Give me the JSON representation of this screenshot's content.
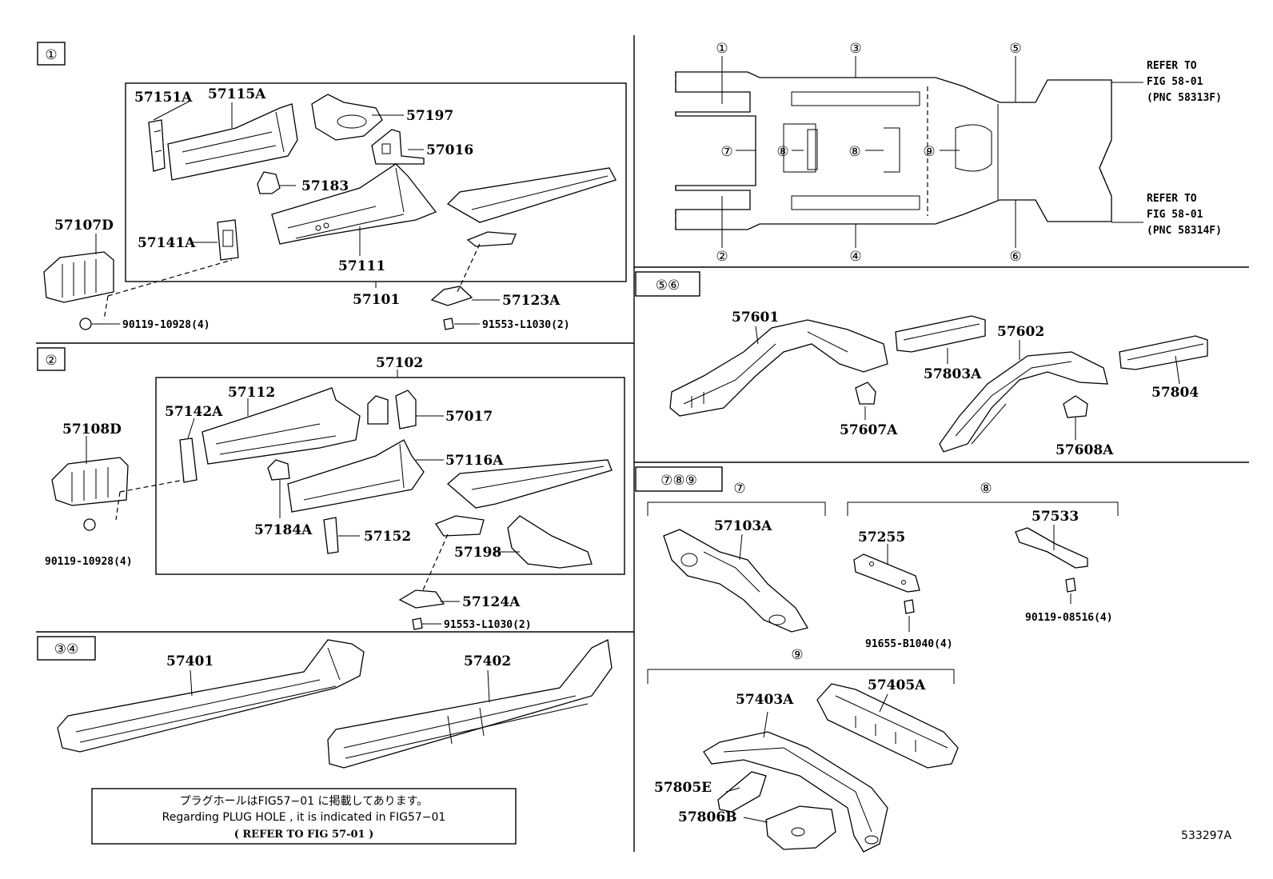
{
  "section_markers": {
    "s1": "①",
    "s2": "②",
    "s34": "③④",
    "s56": "⑤⑥",
    "s789": "⑦⑧⑨",
    "s7": "⑦",
    "s8": "⑧",
    "s9": "⑨"
  },
  "section1": {
    "p57151A": "57151A",
    "p57115A": "57115A",
    "p57197": "57197",
    "p57016": "57016",
    "p57183": "57183",
    "p57107D": "57107D",
    "p57141A": "57141A",
    "p57111": "57111",
    "p57101": "57101",
    "p57123A": "57123A",
    "b90119": "90119-10928(4)",
    "b91553": "91553-L1030(2)"
  },
  "section2": {
    "p57102": "57102",
    "p57112": "57112",
    "p57142A": "57142A",
    "p57017": "57017",
    "p57108D": "57108D",
    "p57116A": "57116A",
    "p57184A": "57184A",
    "p57152": "57152",
    "p57198": "57198",
    "p57124A": "57124A",
    "b90119": "90119-10928(4)",
    "b91553": "91553-L1030(2)"
  },
  "section34": {
    "p57401": "57401",
    "p57402": "57402",
    "note_jp": "プラグホールはFIG57−01 に掲載してあります。",
    "note_en": "Regarding PLUG HOLE , it is indicated in FIG57−01",
    "note_ref": "( REFER TO FIG 57-01 )"
  },
  "overview": {
    "c1": "①",
    "c2": "②",
    "c3": "③",
    "c4": "④",
    "c5": "⑤",
    "c6": "⑥",
    "c7": "⑦",
    "c8a": "⑧",
    "c8b": "⑧",
    "c9": "⑨",
    "ref_top_1": "REFER TO",
    "ref_top_2": "FIG 58-01",
    "ref_top_3": "(PNC 58313F)",
    "ref_bot_1": "REFER TO",
    "ref_bot_2": "FIG 58-01",
    "ref_bot_3": "(PNC 58314F)"
  },
  "section56": {
    "p57601": "57601",
    "p57803A": "57803A",
    "p57602": "57602",
    "p57804": "57804",
    "p57607A": "57607A",
    "p57608A": "57608A"
  },
  "section789": {
    "p57103A": "57103A",
    "p57255": "57255",
    "p57533": "57533",
    "b91655": "91655-B1040(4)",
    "b90119": "90119-08516(4)",
    "p57403A": "57403A",
    "p57405A": "57405A",
    "p57805E": "57805E",
    "p57806B": "57806B"
  },
  "illustration_id": "533297A"
}
